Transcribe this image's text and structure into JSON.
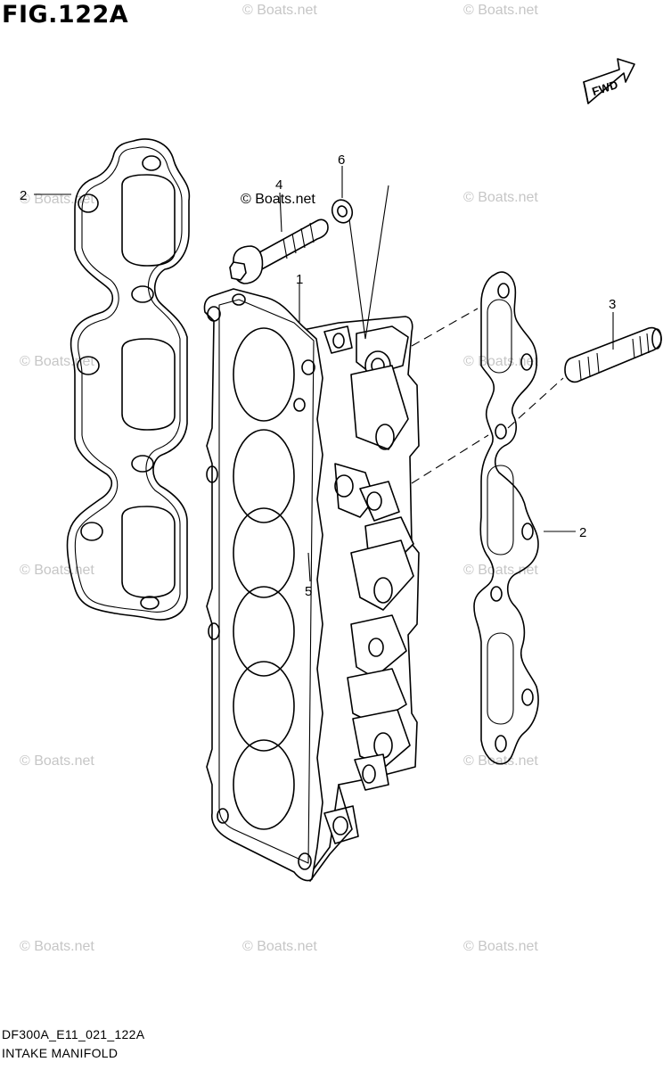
{
  "figure": {
    "title": "FIG.122A",
    "code": "DF300A_E11_021_122A",
    "caption": "INTAKE MANIFOLD",
    "direction_label": "FWD"
  },
  "watermark": "© Boats.net",
  "callouts": [
    {
      "id": "1",
      "part": "intake manifold"
    },
    {
      "id": "2",
      "part": "gasket"
    },
    {
      "id": "2",
      "part": "gasket"
    },
    {
      "id": "3",
      "part": "stud bolt"
    },
    {
      "id": "4",
      "part": "bolt"
    },
    {
      "id": "5",
      "part": "nut"
    },
    {
      "id": "6",
      "part": "washer"
    }
  ]
}
